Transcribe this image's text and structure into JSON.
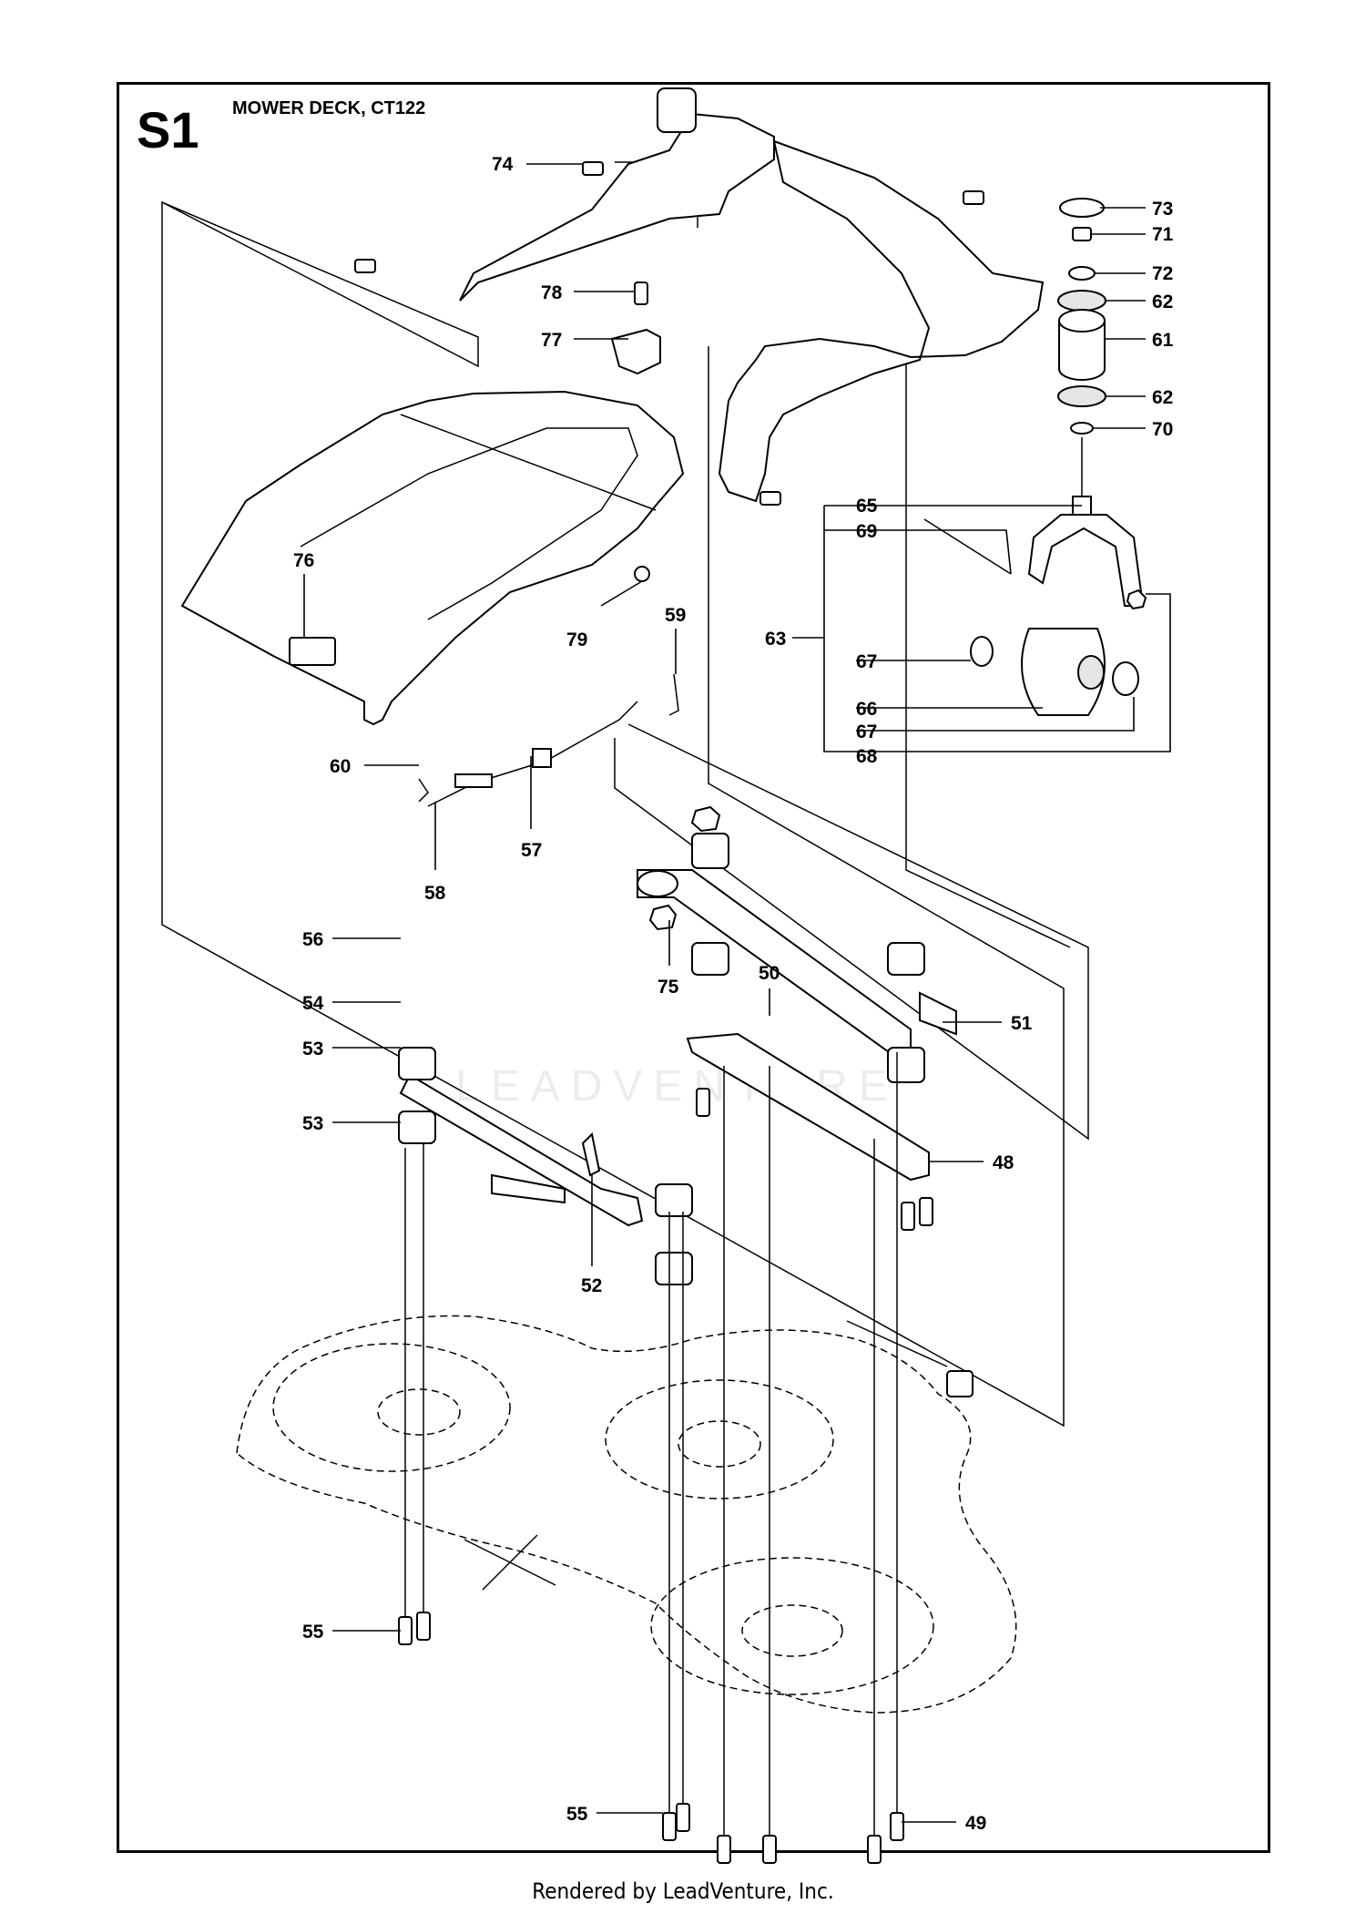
{
  "header": {
    "section_code": "S1",
    "title": "MOWER DECK, CT122"
  },
  "footer": {
    "credit": "Rendered by LeadVenture, Inc."
  },
  "watermark": {
    "text": "LEADVENTURE"
  },
  "callouts": [
    "74",
    "73",
    "71",
    "72",
    "62",
    "61",
    "62",
    "70",
    "78",
    "77",
    "76",
    "79",
    "59",
    "65",
    "69",
    "63",
    "67",
    "66",
    "67",
    "68",
    "60",
    "57",
    "58",
    "75",
    "56",
    "54",
    "53",
    "53",
    "50",
    "51",
    "48",
    "52",
    "55",
    "55",
    "49"
  ]
}
